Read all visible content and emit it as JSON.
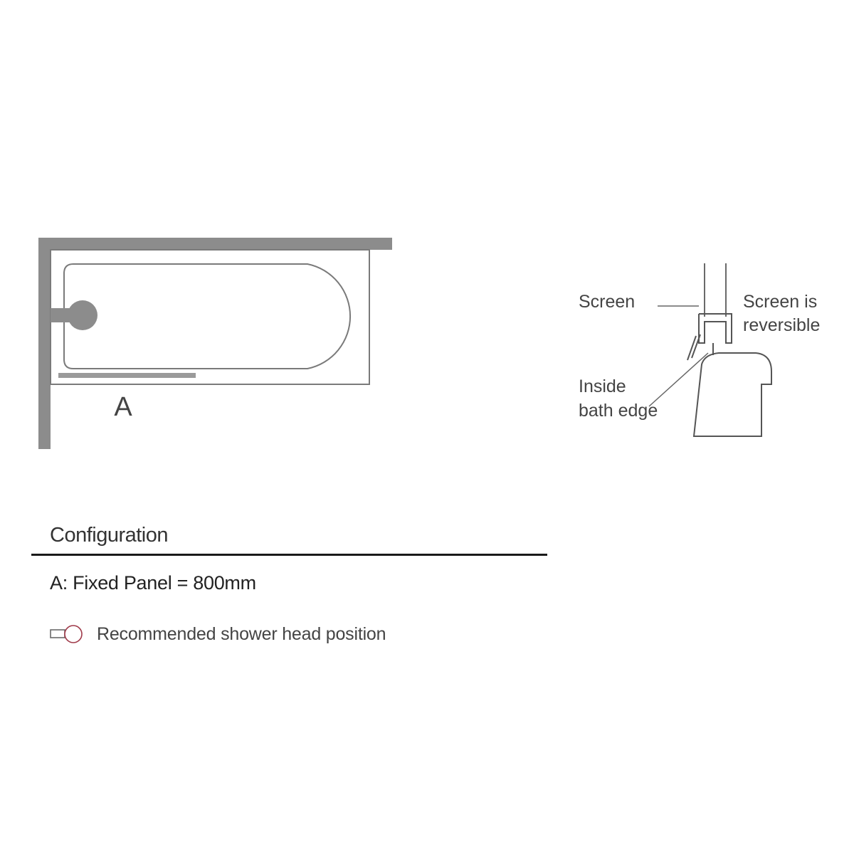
{
  "plan": {
    "panel_label": "A"
  },
  "section_detail": {
    "screen_label": "Screen",
    "reversible_label_line1": "Screen is",
    "reversible_label_line2": "reversible",
    "inside_label_line1": "Inside",
    "inside_label_line2": "bath edge"
  },
  "legend": {
    "heading": "Configuration",
    "config_line": "A: Fixed  Panel = 800mm",
    "shower_note": "Recommended shower head position",
    "shower_icon": "shower-head-icon"
  },
  "colors": {
    "wall": "#8c8c8c",
    "outline": "#7a7a7a",
    "panel": "#9a9a9a",
    "text": "#333333",
    "rule": "#1a1a1a",
    "shower_icon_accent": "#a03a4a"
  }
}
